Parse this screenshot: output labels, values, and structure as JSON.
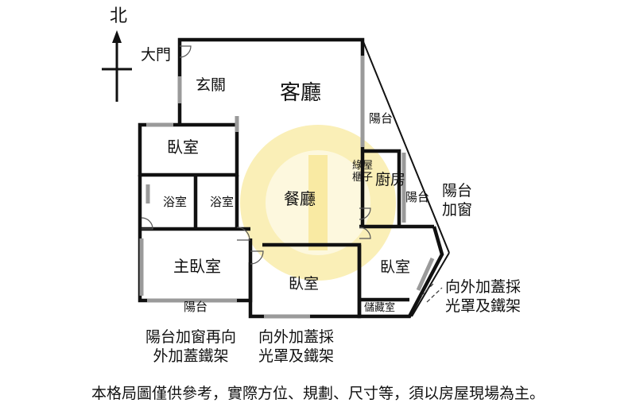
{
  "compass": {
    "north": "北"
  },
  "rooms": {
    "main_entrance": "大門",
    "foyer": "玄關",
    "living_room": "客廳",
    "balcony_east": "陽台",
    "bedroom_nw": "臥室",
    "bathroom_1": "浴室",
    "bathroom_2": "浴室",
    "dining_room": "餐廳",
    "green_cabinet": "綠屋櫃子",
    "kitchen": "廚房",
    "balcony_kitchen": "陽台",
    "master_bedroom": "主臥室",
    "balcony_south": "陽台",
    "bedroom_south": "臥室",
    "bedroom_se": "臥室",
    "storage": "儲藏室"
  },
  "annotations": {
    "balcony_window": [
      "陽台",
      "加窗"
    ],
    "skylight_se": [
      "向外加蓋採",
      "光罩及鐵架"
    ],
    "balcony_window_frame": [
      "陽台加窗再向",
      "外加蓋鐵架"
    ],
    "skylight_s": [
      "向外加蓋採",
      "光罩及鐵架"
    ]
  },
  "disclaimer": "本格局圖僅供參考，實際方位、規劃、尺寸等，須以房屋現場為主。",
  "colors": {
    "wall": "#111111",
    "watermark": "#f2dc6a",
    "window": "#9a9a9a"
  }
}
